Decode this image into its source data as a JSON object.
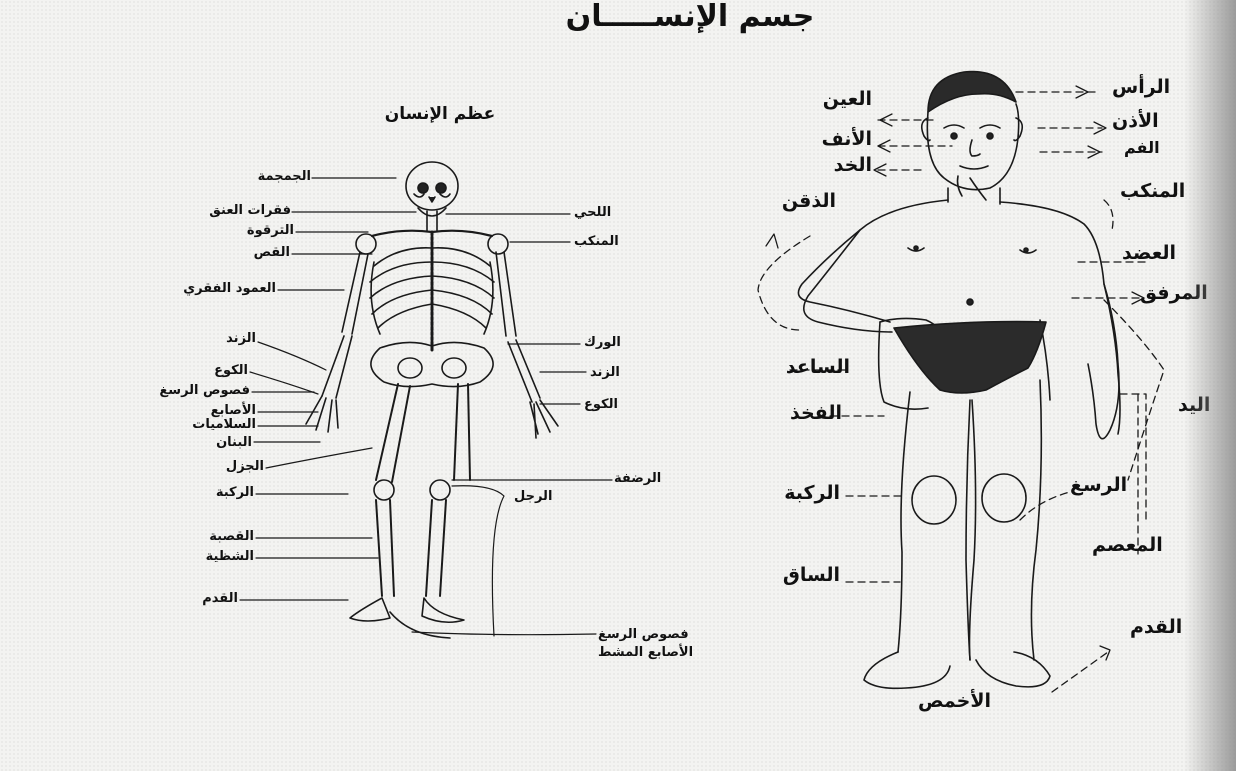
{
  "title": "جسم الإنســـــان",
  "skeleton": {
    "title": "عظم الإنسان",
    "labels": {
      "skull": "الجمجمة",
      "neck_vertebrae": "فقرات العنق",
      "collarbone": "الترقوة",
      "sternum": "القص",
      "spine": "العمود الفقري",
      "radius_left": "الزند",
      "wrist_left": "الكوع",
      "carpals": "فصوص الرسغ",
      "fingers": "الأصابع",
      "metacarpals": "السلاميات",
      "phalanges": "البنان",
      "femur": "الجزل",
      "kneecap": "الركبة",
      "tibia": "القصبة",
      "fibula": "الشظية",
      "foot": "القدم",
      "jaw": "اللحي",
      "shoulder": "المنكب",
      "hip": "الورك",
      "radius_right": "الزند",
      "wrist_right": "الكوع",
      "patella": "الرضفة",
      "leg": "الرجل",
      "tarsals": "فصوص الرسغ",
      "metatarsals": "الأصابع المشط"
    }
  },
  "body": {
    "labels": {
      "eye": "العين",
      "nose": "الأنف",
      "cheek": "الخد",
      "chin": "الذقن",
      "forearm": "الساعد",
      "thigh": "الفخذ",
      "knee": "الركبة",
      "shin": "الساق",
      "head": "الرأس",
      "ear": "الأذن",
      "mouth": "الفم",
      "shoulder": "المنكب",
      "arm": "العضد",
      "elbow": "المرفق",
      "hand": "اليد",
      "wrist": "الرسغ",
      "fist": "المعصم",
      "foot": "القدم",
      "sole": "الأخمص"
    }
  }
}
